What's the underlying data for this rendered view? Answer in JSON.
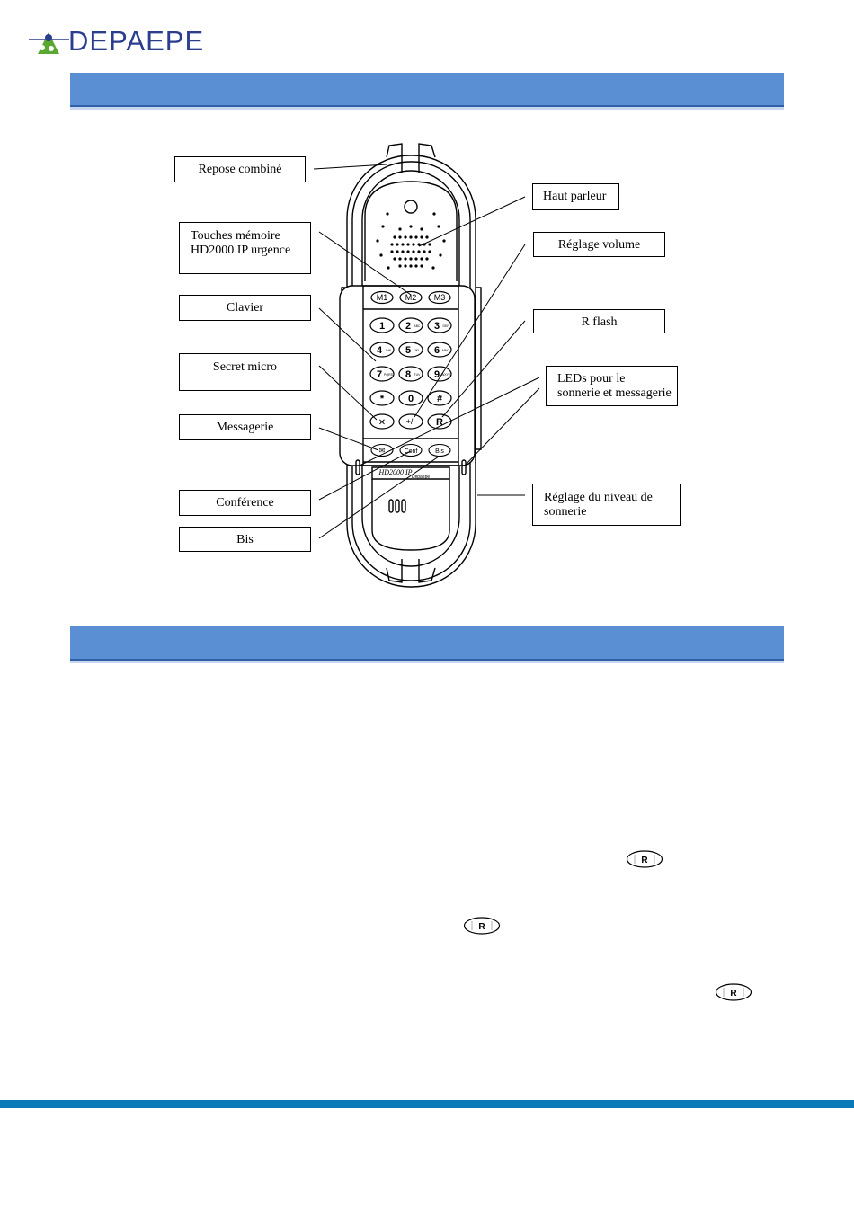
{
  "brand": {
    "name": "DEPAEPE"
  },
  "labels": {
    "repose_combine": "Repose combiné",
    "touches_memoire_line1": "Touches mémoire",
    "touches_memoire_line2": "HD2000  IP urgence",
    "clavier": "Clavier",
    "secret_micro": "Secret micro",
    "messagerie": "Messagerie",
    "conference": "Conférence",
    "bis": "Bis",
    "haut_parleur": "Haut parleur",
    "reglage_volume": "Réglage volume",
    "r_flash": "R flash",
    "leds_line1": "LEDs  pour le",
    "leds_line2": "sonnerie et messagerie",
    "reglage_sonnerie_line1": "Réglage du niveau de",
    "reglage_sonnerie_line2": "sonnerie"
  },
  "phone": {
    "memory_keys": [
      "M1",
      "M2",
      "M3"
    ],
    "keys": [
      {
        "digit": "1",
        "sub": ""
      },
      {
        "digit": "2",
        "sub": "ABC"
      },
      {
        "digit": "3",
        "sub": "DEF"
      },
      {
        "digit": "4",
        "sub": "GHI"
      },
      {
        "digit": "5",
        "sub": "JKL"
      },
      {
        "digit": "6",
        "sub": "MNO"
      },
      {
        "digit": "7",
        "sub": "PQRS"
      },
      {
        "digit": "8",
        "sub": "TUV"
      },
      {
        "digit": "9",
        "sub": "WXYZ"
      },
      {
        "digit": "*",
        "sub": ""
      },
      {
        "digit": "0",
        "sub": ""
      },
      {
        "digit": "#",
        "sub": ""
      }
    ],
    "bottom_row": [
      "+/-",
      "R"
    ],
    "function_keys": [
      "Conf",
      "Bis"
    ],
    "model": "HD2000 IP",
    "maker": "Depaepe"
  },
  "r_button": {
    "label": "R"
  },
  "colors": {
    "band": "#5b8fd4",
    "footer": "#0a79b8",
    "logo_text": "#2a3d8f",
    "logo_green": "#5aa832"
  }
}
